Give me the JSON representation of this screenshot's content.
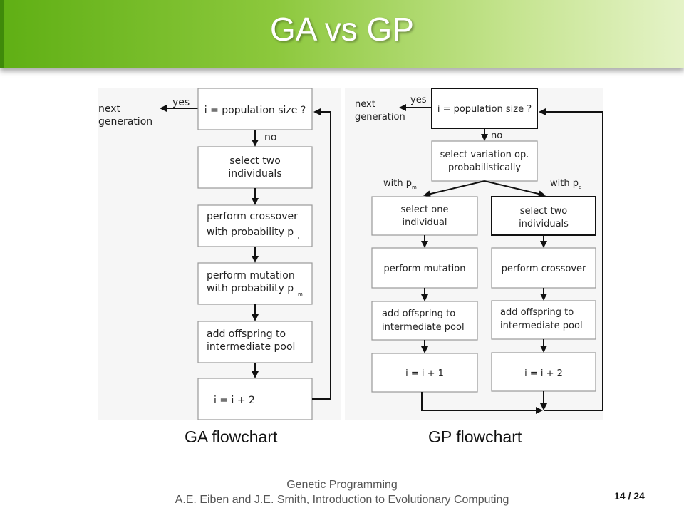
{
  "slide": {
    "title": "GA vs GP"
  },
  "ga": {
    "caption": "GA flowchart",
    "next_generation_line1": "next",
    "next_generation_line2": "generation",
    "yes": "yes",
    "no": "no",
    "check": "i = population size ?",
    "select_line1": "select two",
    "select_line2": "individuals",
    "crossover_line1": "perform crossover",
    "crossover_line2": "with probability p",
    "crossover_sub": "c",
    "mutation_line1": "perform mutation",
    "mutation_line2": "with probability p",
    "mutation_sub": "m",
    "offspring_line1": "add offspring to",
    "offspring_line2": "intermediate pool",
    "increment": "i = i + 2"
  },
  "gp": {
    "caption": "GP flowchart",
    "next_generation_line1": "next",
    "next_generation_line2": "generation",
    "yes": "yes",
    "no": "no",
    "check": "i = population size ?",
    "select_op_line1": "select variation op.",
    "select_op_line2": "probabilistically",
    "with_pm": "with p",
    "pm_sub": "m",
    "with_pc": "with p",
    "pc_sub": "c",
    "select_one_line1": "select one",
    "select_one_line2": "individual",
    "select_two_line1": "select two",
    "select_two_line2": "individuals",
    "mutation": "perform mutation",
    "crossover": "perform crossover",
    "offspring_left_line1": "add offspring to",
    "offspring_left_line2": "intermediate pool",
    "offspring_right_line1": "add offspring to",
    "offspring_right_line2": "intermediate pool",
    "increment_left": "i = i + 1",
    "increment_right": "i = i + 2"
  },
  "footer": {
    "line1": "Genetic Programming",
    "line2": "A.E. Eiben and J.E. Smith, Introduction to Evolutionary Computing",
    "page": "14 / 24"
  }
}
